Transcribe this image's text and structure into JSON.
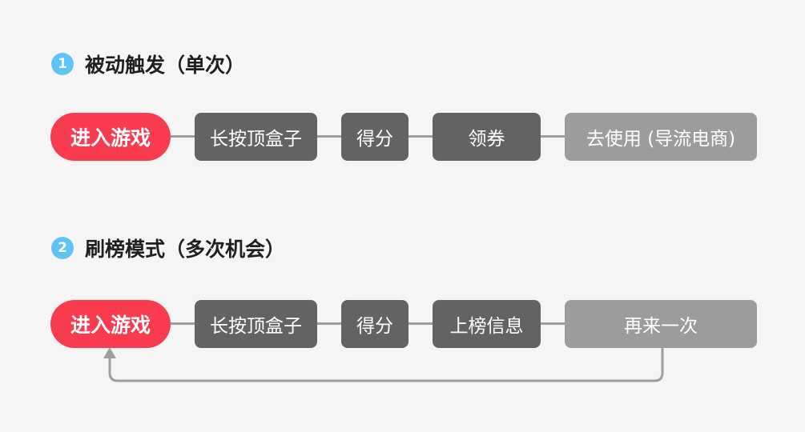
{
  "section1": {
    "number": "1",
    "title": "被动触发（单次）",
    "steps": [
      "进入游戏",
      "长按顶盒子",
      "得分",
      "领券",
      "去使用 (导流电商)"
    ]
  },
  "section2": {
    "number": "2",
    "title": "刷榜模式（多次机会）",
    "steps": [
      "进入游戏",
      "长按顶盒子",
      "得分",
      "上榜信息",
      "再来一次"
    ]
  },
  "colors": {
    "background": "#f5f5f5",
    "start_node": "#f93b4f",
    "step_node": "#636363",
    "final_node": "#9c9c9c",
    "connector": "#9e9e9e",
    "badge": "#5ec4f5"
  }
}
